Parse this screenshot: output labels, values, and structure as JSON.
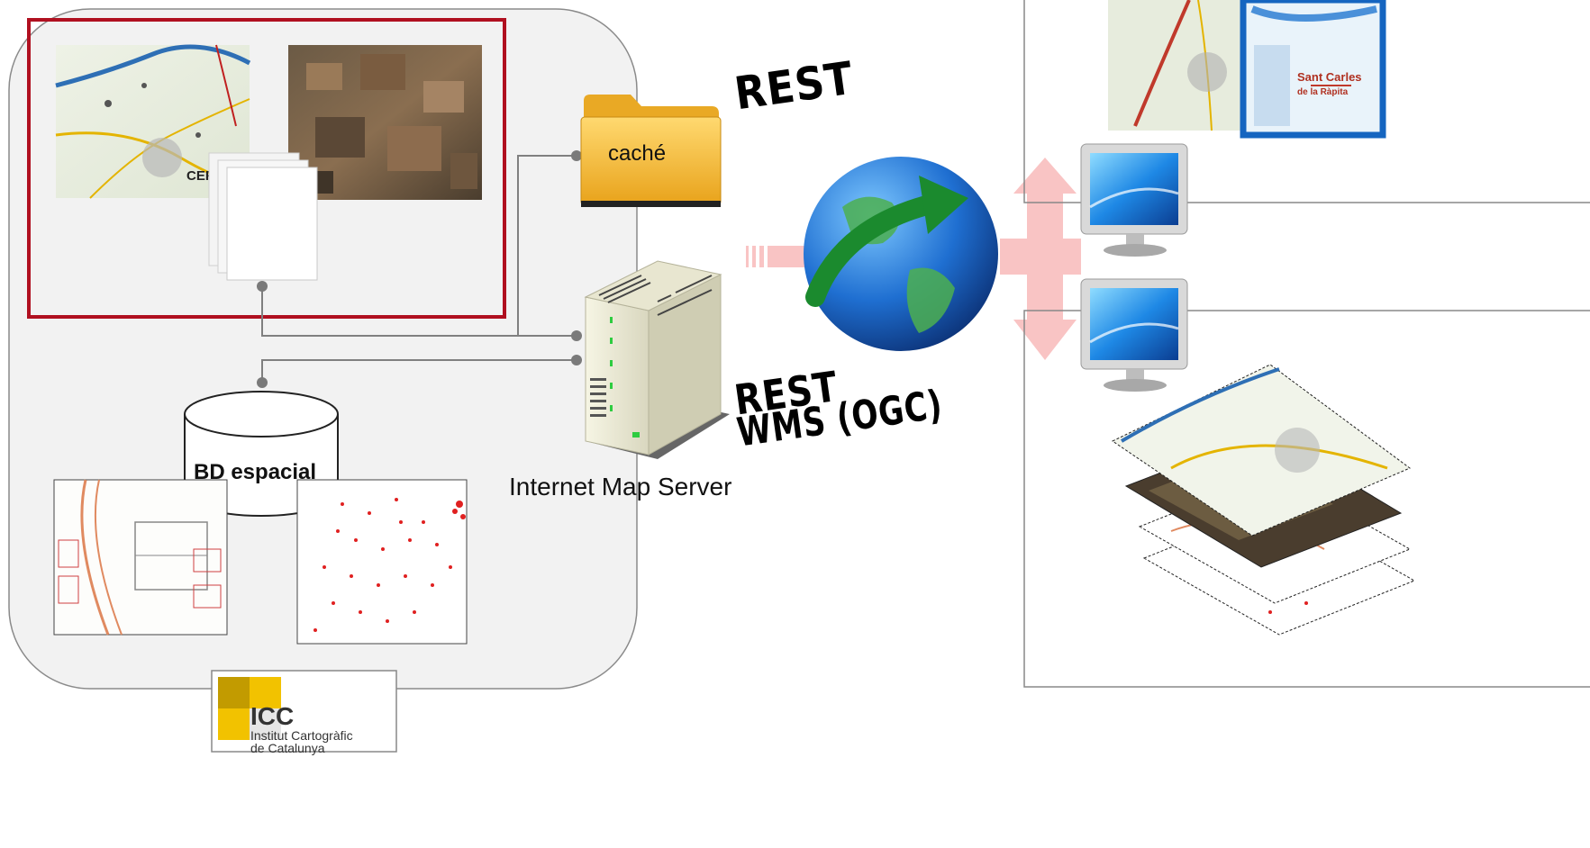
{
  "labels": {
    "cache": "caché",
    "db": "BD espacial",
    "server": "Internet Map Server",
    "rest_top": "REST",
    "rest_bottom": "REST",
    "wms": "WMS (OGC)"
  },
  "map_labels": {
    "town_top": "Sant Carles",
    "town_bottom": "de la Ràpita",
    "cer": "CER"
  },
  "logo": {
    "abbr": "ICC",
    "line1": "Institut Cartogràfic",
    "line2": "de Catalunya"
  },
  "colors": {
    "server_panel": "#f2f2f2",
    "highlight_box": "#b01020",
    "map_frame": "#1565c0",
    "arrow": "#f9c4c4",
    "logo_yellow": "#f2c200"
  }
}
